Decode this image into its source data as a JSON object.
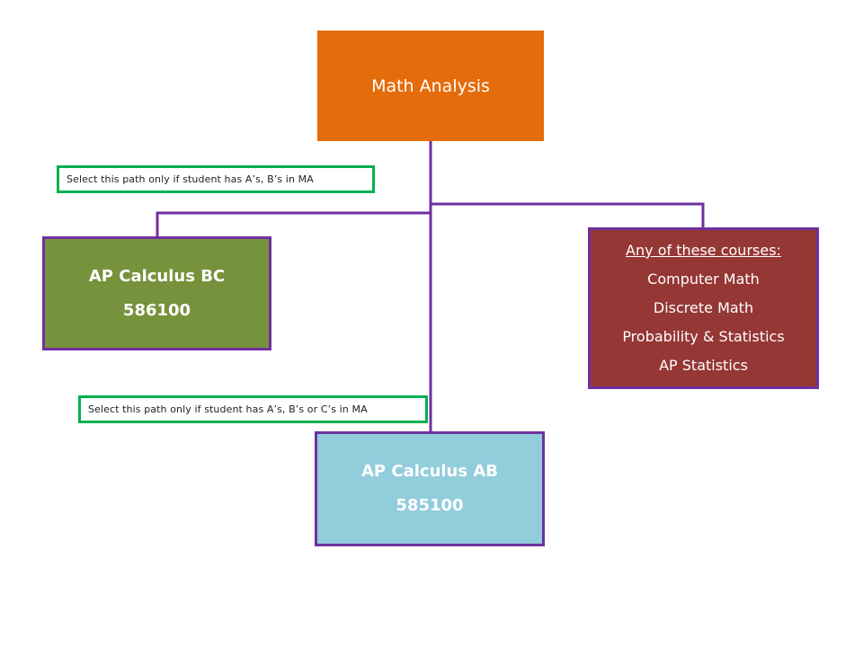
{
  "colors": {
    "connector": "#7030a0",
    "math_analysis": "#e46c0a",
    "ap_calculus_bc": "#76923c",
    "other_courses": "#953735",
    "ap_calculus_ab": "#92cddc",
    "note_border": "#00b050"
  },
  "nodes": {
    "math_analysis": {
      "title": "Math Analysis"
    },
    "ap_calculus_bc": {
      "title": "AP Calculus BC",
      "code": "586100"
    },
    "other_courses": {
      "heading": "Any of these courses:",
      "courses": [
        "Computer Math",
        "Discrete Math",
        "Probability & Statistics",
        "AP Statistics"
      ]
    },
    "ap_calculus_ab": {
      "title": "AP Calculus AB",
      "code": "585100"
    }
  },
  "notes": {
    "bc_path": "Select this path only if student has A’s, B’s in MA",
    "ab_path": "Select this path only if student has A’s, B’s or C’s in MA"
  }
}
